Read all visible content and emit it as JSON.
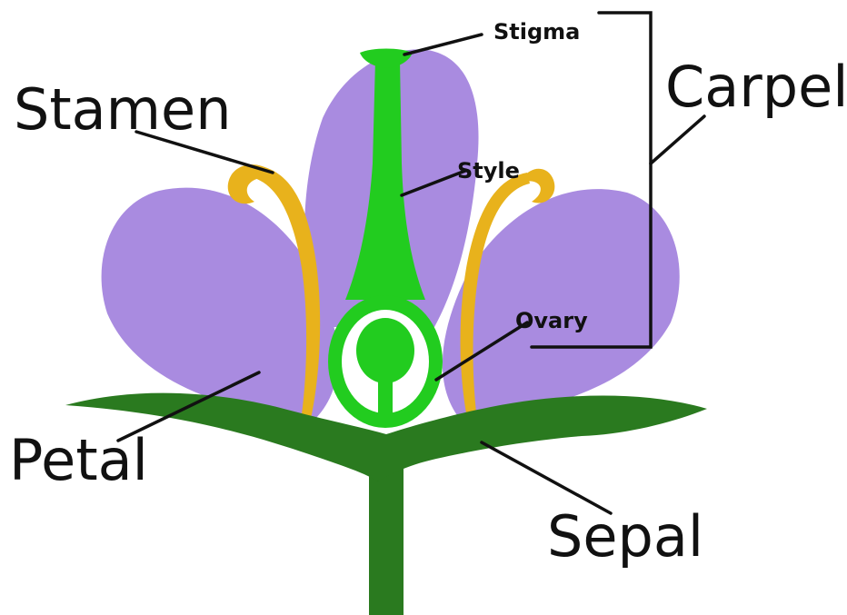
{
  "labels": {
    "stigma": "Stigma",
    "style": "Style",
    "ovary": "Ovary",
    "carpel": "Carpel",
    "stamen": "Stamen",
    "petal": "Petal",
    "sepal": "Sepal"
  },
  "colors": {
    "petal": "#a98be0",
    "stamen": "#e8b21c",
    "carpel": "#22cc1f",
    "sepal_stem": "#2a7a1f",
    "ovary_wall": "#ffffff",
    "leader": "#111111",
    "background": "#ffffff"
  }
}
